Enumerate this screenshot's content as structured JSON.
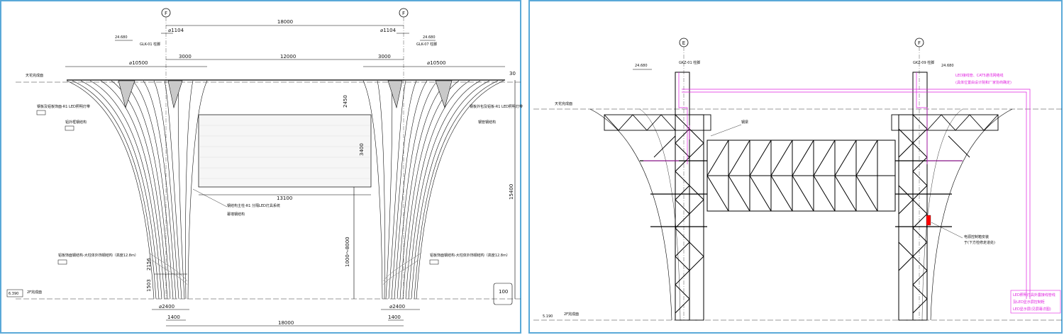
{
  "left": {
    "axis_label": "F",
    "dims": {
      "top_span": "18000",
      "dia_1104_left": "⌀1104",
      "dia_1104_right": "⌀1104",
      "dia_10500_left": "⌀10500",
      "dia_10500_right": "⌀10500",
      "span_3000_left": "3000",
      "span_3000_right": "3000",
      "span_12000": "12000",
      "v_2450": "2450",
      "v_3400": "3400",
      "v_8000": "1000～8000",
      "v_15400": "15400",
      "span_13100": "13100",
      "v_2156": "2156",
      "v_1503": "1503",
      "dia_2400_left": "⌀2400",
      "dia_2400_right": "⌀2400",
      "w_1400_left": "1400",
      "w_1400_right": "1400",
      "bottom_span": "18000",
      "r_30": "30",
      "r_100": "100"
    },
    "levels": {
      "top_left": "24.680",
      "top_right": "24.680",
      "base": "6.390"
    },
    "notes": {
      "n1": "天花完成面",
      "n2": "钢板及铝板饰面-R1 LED照明灯带",
      "n3": "铝外框钢结构",
      "n4": "钢板外包及铝板-R1 LED照明灯带",
      "n5": "钢管钢结构",
      "n6": "钢结构主柱-R1 分隔LED灯具系统",
      "n7": "幕墙钢结构",
      "n8": "铝板饰面钢结构-大柱体外饰钢结构（高度12.8m）",
      "n9": "铝板饰面钢结构-大柱体外饰钢结构（高度12.8m）",
      "n10": "2F完成面",
      "col_l": "GLK-01 柱脚",
      "col_r": "GLK-07 柱脚"
    }
  },
  "right": {
    "axis_e": "E",
    "axis_f": "F",
    "levels": {
      "top": "24.680",
      "top_r": "24.680",
      "base": "5.190"
    },
    "col_l": "GKZ-01 柱脚",
    "col_r": "GKZ-09 柱脚",
    "notes": {
      "ceiling": "天花完成面",
      "floor": "2F完成面",
      "label_1": "钢梁",
      "mag_top": "LED接线管、CAT5通讯网络线",
      "mag_top2": "(具体位置由设计院和厂家协商确定)",
      "mag_bot1": "LED照明灯具外露接线管线",
      "mag_bot2": "及LED显示屏控制柜",
      "mag_bot3": "LED显示屏(见屏幕详图)",
      "red_note1": "电源控制箱安装",
      "red_note2": "于(下方检修走道处)"
    }
  }
}
